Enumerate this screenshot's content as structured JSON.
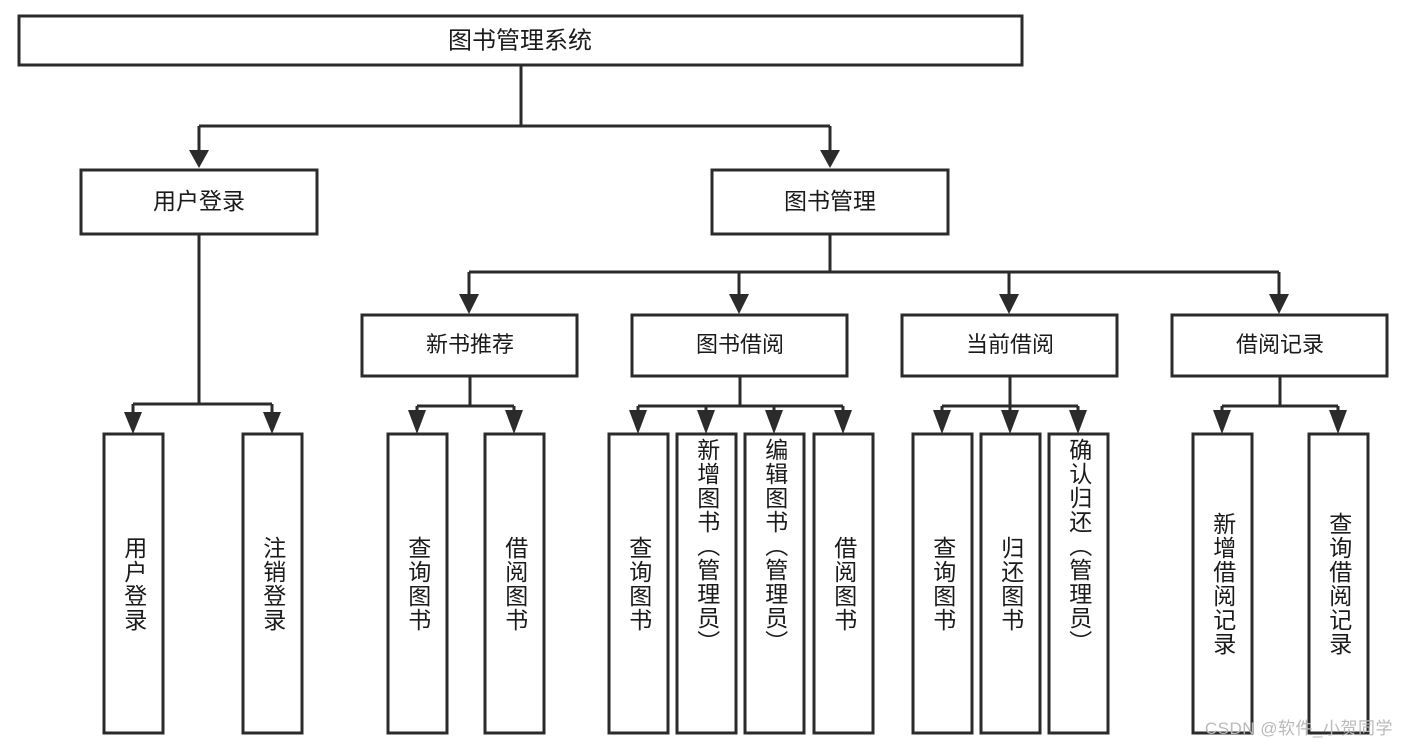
{
  "diagram": {
    "title": "图书管理系统",
    "watermark": "CSDN @软件_小贺同学",
    "orientation": "top-down-tree",
    "levels": 4,
    "colors": {
      "stroke": "#2b2b2b",
      "fill": "#ffffff",
      "text": "#1a1a1a",
      "watermark": "#b9b9b9",
      "background": "#ffffff"
    },
    "root": {
      "label": "图书管理系统",
      "id": "root-system"
    },
    "level1": [
      {
        "id": "user-login",
        "label": "用户登录"
      },
      {
        "id": "book-manage",
        "label": "图书管理"
      }
    ],
    "level2": [
      {
        "id": "new-book-recommend",
        "label": "新书推荐",
        "parent": "book-manage"
      },
      {
        "id": "book-borrow",
        "label": "图书借阅",
        "parent": "book-manage"
      },
      {
        "id": "current-borrow",
        "label": "当前借阅",
        "parent": "book-manage"
      },
      {
        "id": "borrow-record",
        "label": "借阅记录",
        "parent": "book-manage"
      }
    ],
    "leaves": {
      "user-login": [
        {
          "id": "leaf-user-login",
          "label": "用户登录"
        },
        {
          "id": "leaf-logout-login",
          "label": "注销登录"
        }
      ],
      "new-book-recommend": [
        {
          "id": "leaf-query-book-1",
          "label": "查询图书"
        },
        {
          "id": "leaf-borrow-book-1",
          "label": "借阅图书"
        }
      ],
      "book-borrow": [
        {
          "id": "leaf-query-book-2",
          "label": "查询图书"
        },
        {
          "id": "leaf-add-book",
          "label": "新增图书（管理员）"
        },
        {
          "id": "leaf-edit-book",
          "label": "编辑图书（管理员）"
        },
        {
          "id": "leaf-borrow-book-2",
          "label": "借阅图书"
        }
      ],
      "current-borrow": [
        {
          "id": "leaf-query-book-3",
          "label": "查询图书"
        },
        {
          "id": "leaf-return-book",
          "label": "归还图书"
        },
        {
          "id": "leaf-confirm-return",
          "label": "确认归还（管理员）"
        }
      ],
      "borrow-record": [
        {
          "id": "leaf-add-record",
          "label": "新增借阅记录"
        },
        {
          "id": "leaf-query-record",
          "label": "查询借阅记录"
        }
      ]
    }
  }
}
